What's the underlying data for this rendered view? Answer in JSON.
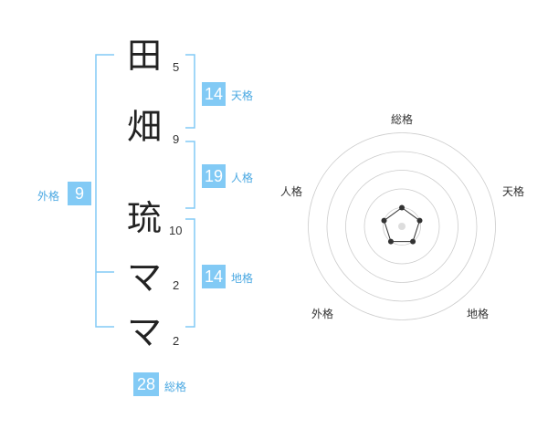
{
  "name": {
    "chars": [
      {
        "char": "田",
        "strokes": "5"
      },
      {
        "char": "畑",
        "strokes": "9"
      },
      {
        "char": "琉",
        "strokes": "10"
      },
      {
        "char": "マ",
        "strokes": "2"
      },
      {
        "char": "マ",
        "strokes": "2"
      }
    ]
  },
  "kaku": {
    "tenkaku": {
      "value": "14",
      "label": "天格"
    },
    "jinkaku": {
      "value": "19",
      "label": "人格"
    },
    "chikaku": {
      "value": "14",
      "label": "地格"
    },
    "gaikaku": {
      "value": "9",
      "label": "外格"
    },
    "soukaku": {
      "value": "28",
      "label": "総格"
    }
  },
  "radar": {
    "axes": [
      "総格",
      "天格",
      "地格",
      "外格",
      "人格"
    ],
    "levels": 5,
    "values": [
      1,
      1,
      1,
      1,
      1
    ],
    "colors": {
      "ring": "#cccccc",
      "polygon": "#333333",
      "fill": "#dddddd",
      "center": "#cccccc",
      "bracket": "#82caf5"
    }
  }
}
